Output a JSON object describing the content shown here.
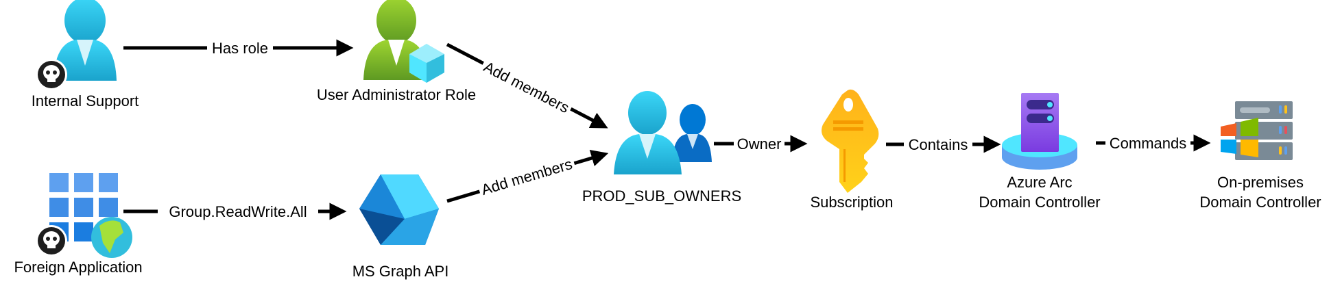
{
  "nodes": {
    "internal_support": "Internal Support",
    "user_admin_role": "User Administrator Role",
    "foreign_app": "Foreign Application",
    "ms_graph": "MS Graph API",
    "prod_sub_owners": "PROD_SUB_OWNERS",
    "subscription": "Subscription",
    "azure_arc_1": "Azure Arc",
    "azure_arc_2": "Domain Controller",
    "onprem_1": "On-premises",
    "onprem_2": "Domain Controller"
  },
  "edges": {
    "has_role": "Has role",
    "group_readwrite": "Group.ReadWrite.All",
    "add_members_upper": "Add members",
    "add_members_lower": "Add members",
    "owner": "Owner",
    "contains": "Contains",
    "commands": "Commands"
  },
  "icons": {
    "internal_support": "user-icon",
    "compromised": "skull-icon",
    "user_admin_role": "admin-role-icon",
    "foreign_app": "app-grid-globe-icon",
    "ms_graph": "graph-icon",
    "prod_sub_owners": "group-icon",
    "subscription": "key-icon",
    "azure_arc": "server-icon",
    "onprem": "windows-server-icon"
  },
  "colors": {
    "user_blue": "#2ec8ec",
    "admin_green": "#7fbc2c",
    "key_yellow": "#ffc21a",
    "arc_purple": "#8a4fe0",
    "edge": "#000000"
  }
}
